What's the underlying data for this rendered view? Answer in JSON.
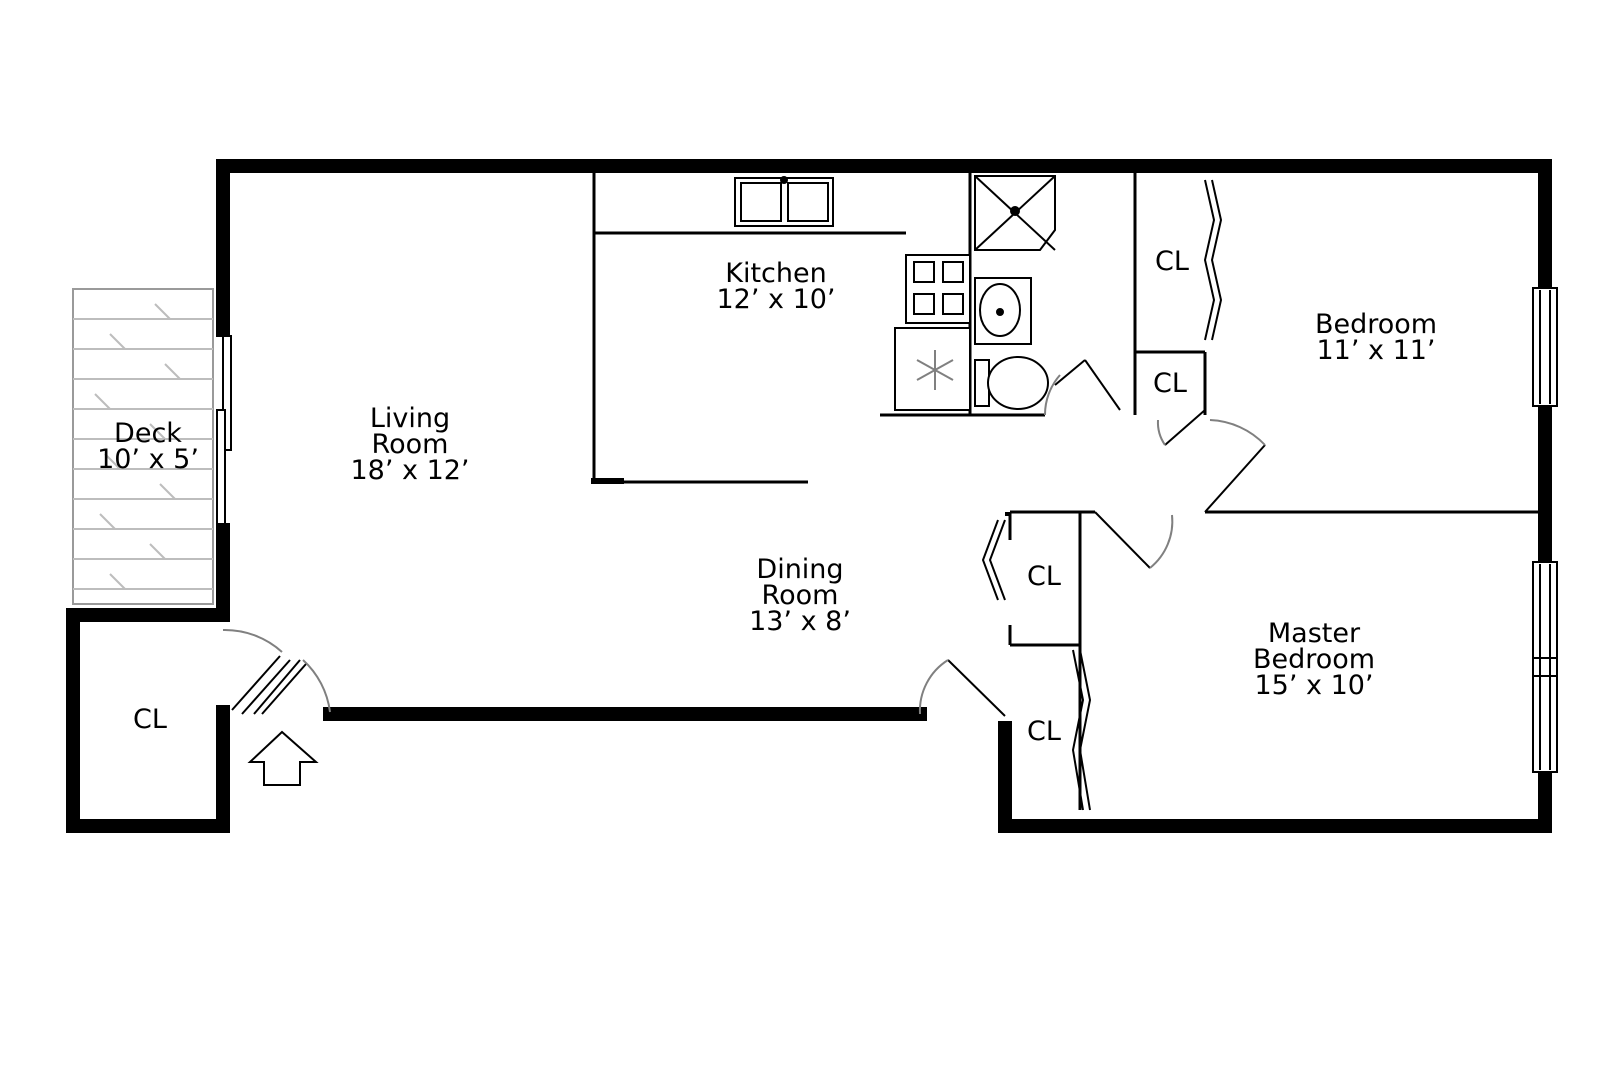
{
  "colors": {
    "wall": "#000000",
    "background": "#ffffff",
    "deck_lines": "#bdbdbd",
    "fixture": "#808080"
  },
  "rooms": {
    "deck": {
      "name": "Deck",
      "dims": "10’ x 5’"
    },
    "living": {
      "name_line1": "Living",
      "name_line2": "Room",
      "dims": "18’ x 12’"
    },
    "kitchen": {
      "name": "Kitchen",
      "dims": "12’ x 10’"
    },
    "dining": {
      "name_line1": "Dining",
      "name_line2": "Room",
      "dims": "13’ x 8’"
    },
    "bedroom": {
      "name": "Bedroom",
      "dims": "11’ x 11’"
    },
    "master": {
      "name_line1": "Master",
      "name_line2": "Bedroom",
      "dims": "15’ x 10’"
    }
  },
  "closets": {
    "entry": "CL",
    "bed_upper": "CL",
    "bed_lower": "CL",
    "dining_upper": "CL",
    "dining_lower": "CL"
  },
  "icons": {
    "entry_arrow": "up-arrow-icon",
    "refrigerator": "snowflake-icon",
    "stove": "stove-icon",
    "sink": "sink-icon",
    "toilet": "toilet-icon",
    "shower": "shower-icon"
  }
}
